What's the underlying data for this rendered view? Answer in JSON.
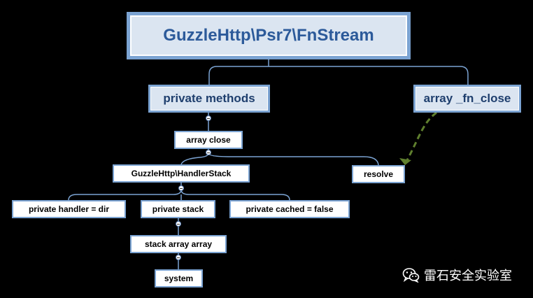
{
  "diagram": {
    "root": "GuzzleHttp\\Psr7\\FnStream",
    "private_methods": "private methods",
    "array_fn_close": "array _fn_close",
    "array_close": "array close",
    "handler_stack": "GuzzleHttp\\HandlerStack",
    "resolve": "resolve",
    "private_handler": "private handler = dir",
    "private_stack": "private stack",
    "private_cached": "private cached = false",
    "stack_array_array": "stack array array",
    "system": "system"
  },
  "watermark": {
    "icon": "wechat-icon",
    "text": "雷石安全实验室"
  },
  "colors": {
    "background": "#000000",
    "node_fill": "#dbe5f1",
    "node_border": "#7ba3d2",
    "root_text": "#2c5a9a",
    "connector": "#7ba3d2",
    "dashed_arrow": "#5f7f2e"
  }
}
